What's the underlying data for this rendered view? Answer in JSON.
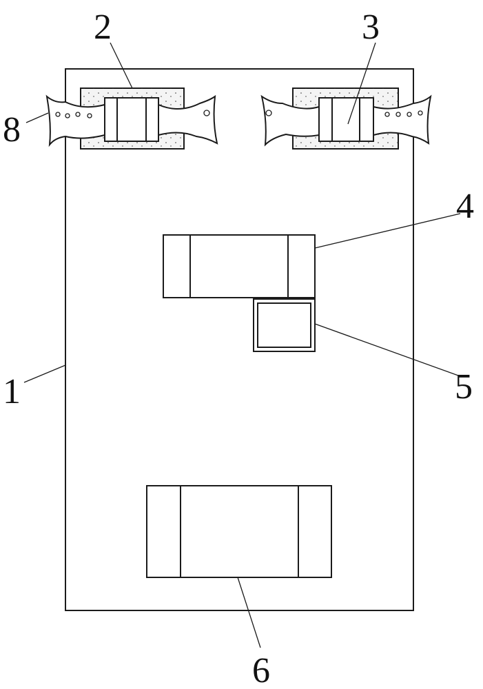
{
  "labels": {
    "body": "1",
    "left_mount": "2",
    "right_buckle": "3",
    "upper_module": "4",
    "small_module": "5",
    "lower_module": "6",
    "strap": "8"
  }
}
